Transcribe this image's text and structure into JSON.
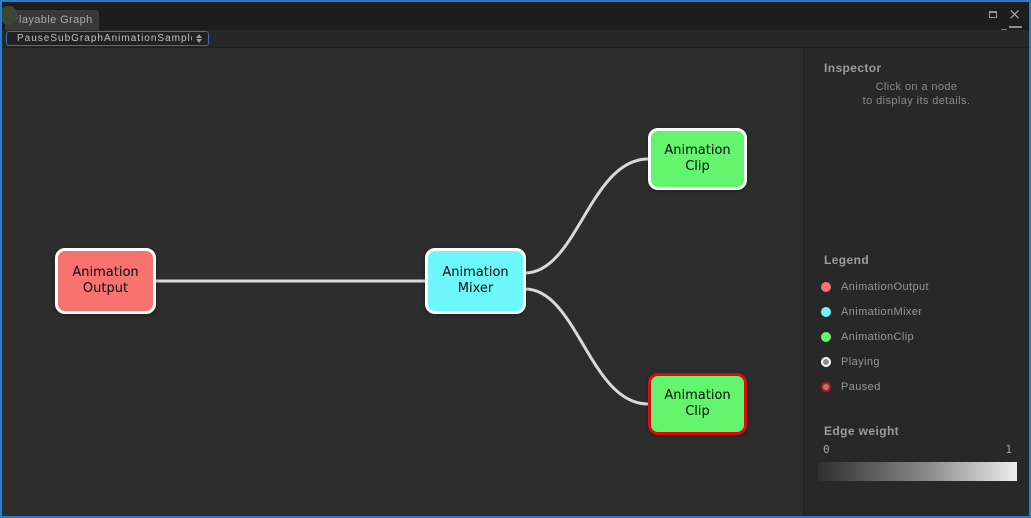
{
  "window": {
    "tab_title": "Playable Graph",
    "close_glyph": "×"
  },
  "toolbar": {
    "graph_selector_value": "PauseSubGraphAnimationSample"
  },
  "graph": {
    "edge_color": "#d9d9d9",
    "nodes": [
      {
        "id": "animation-output",
        "line1": "Animation",
        "line2": "Output",
        "fill": "#f8736f",
        "border": "#ffffff"
      },
      {
        "id": "animation-mixer",
        "line1": "Animation",
        "line2": "Mixer",
        "fill": "#6ef7fb",
        "border": "#ffffff"
      },
      {
        "id": "animation-clip-top",
        "line1": "Animation",
        "line2": "Clip",
        "fill": "#64f56e",
        "border": "#ffffff"
      },
      {
        "id": "animation-clip-bottom",
        "line1": "Animation",
        "line2": "Clip",
        "fill": "#64f56e",
        "border": "#dd0b0b",
        "state": "Paused"
      }
    ],
    "edges": [
      {
        "from": "AnimationOutput",
        "to": "AnimationMixer"
      },
      {
        "from": "AnimationMixer",
        "to": "AnimationClip (top)"
      },
      {
        "from": "AnimationMixer",
        "to": "AnimationClip (bottom)"
      }
    ]
  },
  "inspector": {
    "title": "Inspector",
    "hint_line1": "Click on a node",
    "hint_line2": "to display its details."
  },
  "legend": {
    "title": "Legend",
    "items": [
      {
        "label": "AnimationOutput",
        "color": "#f8736f",
        "ring": "#f8736f"
      },
      {
        "label": "AnimationMixer",
        "color": "#6ef7fb",
        "ring": "#6ef7fb"
      },
      {
        "label": "AnimationClip",
        "color": "#64f56e",
        "ring": "#64f56e"
      },
      {
        "label": "Playing",
        "color": "#8a8a8a",
        "ring": "#ffffff"
      },
      {
        "label": "Paused",
        "color": "#8a8a8a",
        "ring": "#dd0b0b"
      }
    ]
  },
  "edge_weight": {
    "title": "Edge weight",
    "min": "0",
    "max": "1",
    "bar_gradient": "linear-gradient(90deg, #2f2f2f 0%, #8a8a8a 55%, #ededed 100%)"
  }
}
